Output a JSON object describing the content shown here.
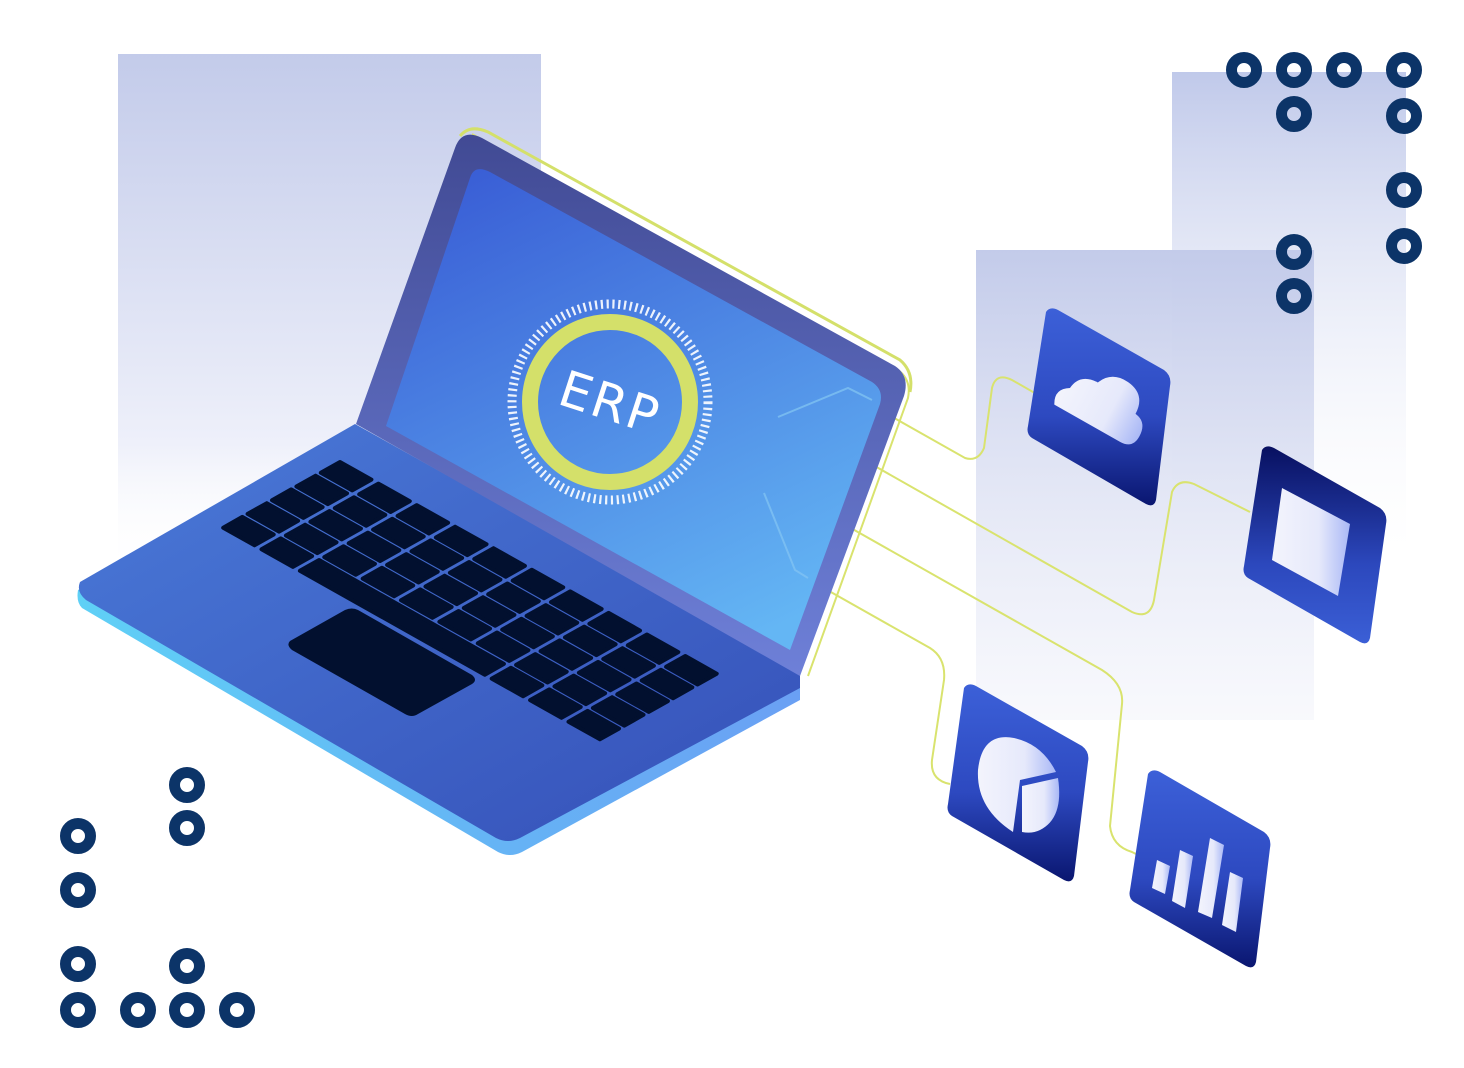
{
  "illustration": {
    "screen_label": "ERP",
    "colors": {
      "background": "#ffffff",
      "panel_top": "#c3cbea",
      "panel_bottom": "#ffffff",
      "screen_top": "#3b63d8",
      "screen_bottom": "#62b2f3",
      "bezel": "#5a67c0",
      "keyboard_deck": "#4673d4",
      "keys": "#02102f",
      "ring_accent": "#d4e06a",
      "connector_line": "#d9e36e",
      "tile_top": "#3b5fd8",
      "tile_bottom": "#0b1a78",
      "dot_ring": "#0c3468"
    },
    "connected_modules": [
      {
        "name": "cloud",
        "icon": "cloud-icon"
      },
      {
        "name": "document",
        "icon": "square-frame-icon"
      },
      {
        "name": "analytics-pie",
        "icon": "pie-chart-icon"
      },
      {
        "name": "analytics-bars",
        "icon": "bar-chart-icon"
      }
    ]
  }
}
